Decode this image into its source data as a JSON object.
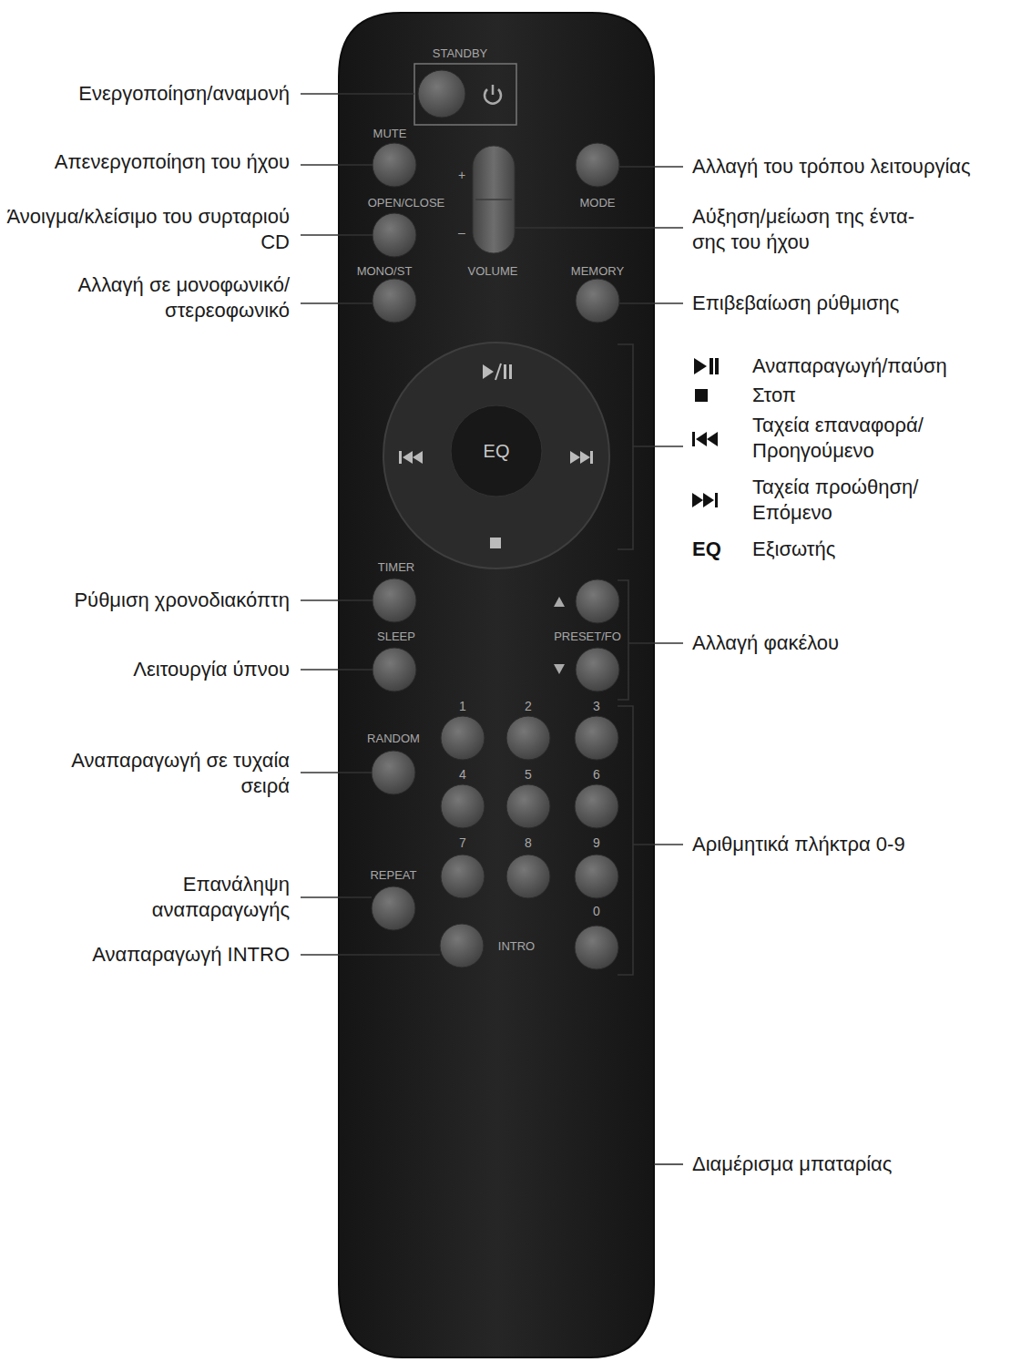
{
  "diagram": {
    "labels": [
      "STANDBY",
      "Ενεργοποίηση/αναμονή",
      "MUTE",
      "Απενεργοποίηση του ήχου",
      "+",
      "MODE",
      "Αλλαγή του τρόπου λειτουργίας",
      "OPEN/CLOSE",
      "Άνοιγμα/κλείσιμο του συρταριού CD",
      "–",
      "Αύξηση/μείωση της έντα- σης του ήχου",
      "MONO/ST",
      "VOLUME",
      "MEMORY",
      "Αλλαγή σε μονοφωνικό/ στερεοφωνικό",
      "Επιβεβαίωση ρύθμισης",
      "EQ",
      "Αναπαραγωγή/παύση",
      "Στοπ",
      "Ταχεία επαναφορά/ Προηγούμενο",
      "Ταχεία προώθηση/ Επόμενο",
      "EQ",
      "Εξισωτής",
      "TIMER",
      "Ρύθμιση χρονοδιακόπτη",
      "SLEEP",
      "PRESET/FO",
      "Αλλαγή φακέλου",
      "Λειτουργία ύπνου",
      "1",
      "2",
      "3",
      "RANDOM",
      "Αναπαραγωγή σε τυχαία σειρά",
      "4",
      "5",
      "6",
      "7",
      "8",
      "9",
      "REPEAT",
      "Επανάληψη αναπαραγωγής",
      "Αριθμητικά πλήκτρα 0-9",
      "0",
      "INTRO",
      "Αναπαραγωγή INTRO",
      "Διαμέρισμα μπαταρίας"
    ]
  }
}
